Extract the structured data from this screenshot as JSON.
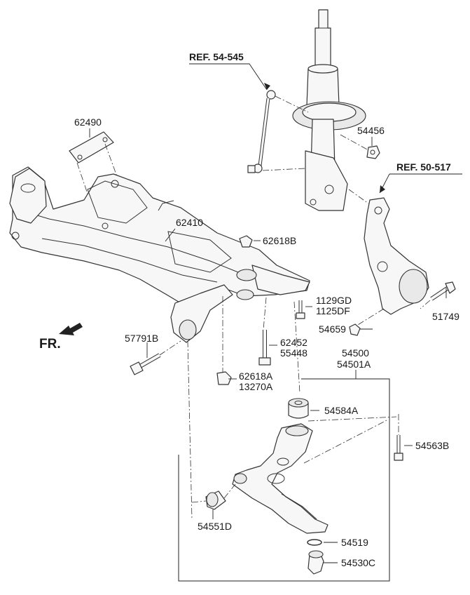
{
  "references": {
    "stabilizer_link": "REF. 54-545",
    "knuckle": "REF. 50-517"
  },
  "direction": {
    "front": "FR."
  },
  "parts": {
    "strut_nut": "54456",
    "knuckle_bolt": "51749",
    "knuckle_nut": "54659",
    "reinforcement_plate": "62490",
    "crossmember": "62410",
    "crossmember_nut": "62618B",
    "bolt_1": "1129GD",
    "bolt_2": "1125DF",
    "mount_bolt_1": "62452",
    "mount_bolt_2": "55448",
    "side_bolt": "57791B",
    "mount_nut_1": "62618A",
    "mount_nut_2": "13270A",
    "lower_arm_1": "54500",
    "lower_arm_2": "54501A",
    "rear_bushing": "54584A",
    "arm_bolt": "54563B",
    "front_bushing": "54551D",
    "snap_ring": "54519",
    "ball_joint": "54530C"
  }
}
